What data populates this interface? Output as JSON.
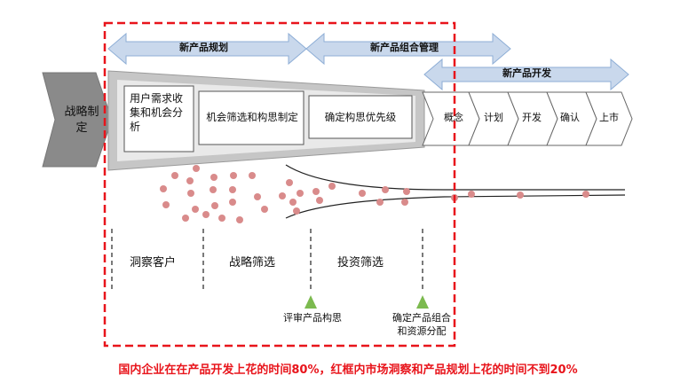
{
  "arrows": {
    "planning": "新产品规划",
    "portfolio": "新产品组合管理",
    "development": "新产品开发"
  },
  "strategy": {
    "label_line1": "战略制",
    "label_line2": "定"
  },
  "funnel_boxes": {
    "box1_line1": "用户需求收",
    "box1_line2": "集和机会分",
    "box1_line3": "析",
    "box2": "机会筛选和构思制定",
    "box3": "确定构思优先级"
  },
  "dev_stages": [
    "概念",
    "计划",
    "开发",
    "确认",
    "上市"
  ],
  "phases": {
    "insight": "洞察客户",
    "strategy_screen": "战略筛选",
    "investment_screen": "投资筛选"
  },
  "milestones": {
    "review": "评审产品构思",
    "portfolio_line1": "确定产品组合",
    "portfolio_line2": "和资源分配"
  },
  "caption": "国内企业在在产品开发上花的时间80%，红框内市场洞察和产品规划上花的时间不到20%",
  "colors": {
    "arrow_fill": "#c9d8ec",
    "arrow_stroke": "#8eaed6",
    "strategy_fill": "#8a8a8a",
    "funnel_fill": "#c6c6c6",
    "dot_color": "#d98b8b",
    "milestone_green": "#7cba4f",
    "highlight_red": "#e8141b"
  }
}
